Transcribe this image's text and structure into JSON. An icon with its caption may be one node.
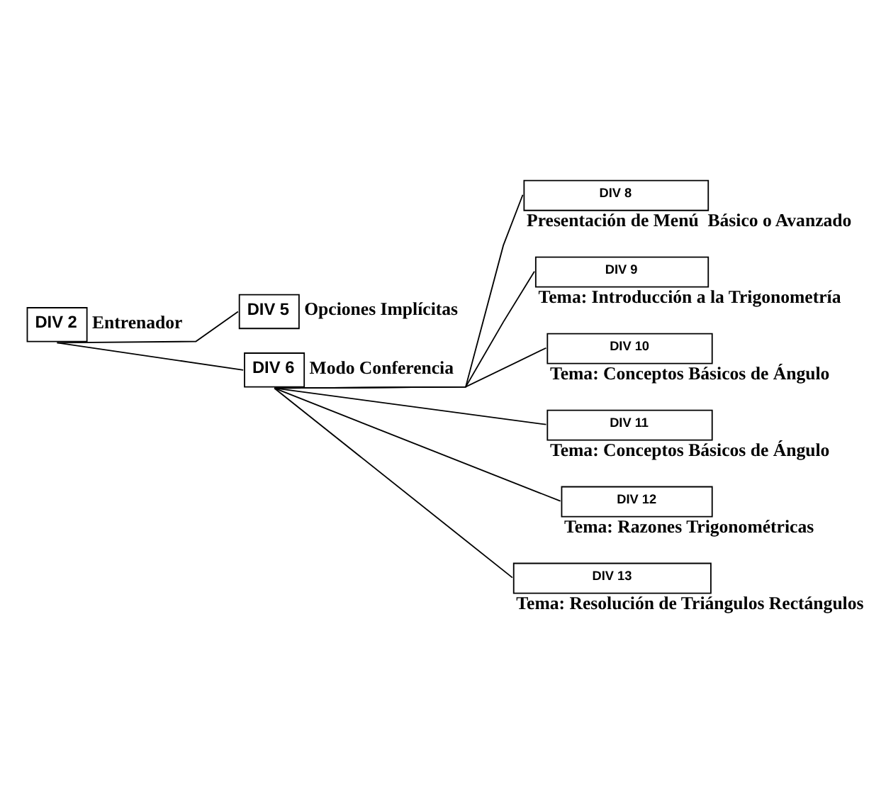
{
  "diagram": {
    "nodes": [
      {
        "text": [
          "DIV 2"
        ],
        "beside": [
          "Entrenador"
        ]
      },
      {
        "text": [
          "DIV 5"
        ],
        "beside": [
          "Opciones Implícitas"
        ]
      },
      {
        "text": [
          "DIV 6"
        ],
        "beside": [
          "Modo Conferencia"
        ]
      },
      {
        "text": [
          "DIV 8"
        ],
        "beside": [
          "Presentación de Menú  Básico o Avanzado"
        ]
      },
      {
        "text": [
          "DIV 9"
        ],
        "beside": [
          "Tema: Introducción a la Trigonometría"
        ]
      },
      {
        "text": [
          "DIV 10"
        ],
        "beside": [
          "Tema: Conceptos Básicos de Ángulo"
        ]
      },
      {
        "text": [
          "DIV 11"
        ],
        "beside": [
          "Tema: Conceptos Básicos de Ángulo"
        ]
      },
      {
        "text": [
          "DIV 12"
        ],
        "beside": [
          "Tema: Razones Trigonométricas"
        ]
      },
      {
        "text": [
          "DIV 13"
        ],
        "beside": [
          "Tema: Resolución de Triángulos Rectángulos"
        ]
      }
    ],
    "edges": [
      {
        "from": 0,
        "to": 1,
        "arrow": "none"
      },
      {
        "from": 0,
        "to": 2,
        "arrow": "none"
      },
      {
        "from": 2,
        "to": 3,
        "arrow": "none"
      },
      {
        "from": 2,
        "to": 4,
        "arrow": "none"
      },
      {
        "from": 2,
        "to": 5,
        "arrow": "none"
      },
      {
        "from": 2,
        "to": 6,
        "arrow": "none"
      },
      {
        "from": 2,
        "to": 7,
        "arrow": "none"
      },
      {
        "from": 2,
        "to": 8,
        "arrow": "none"
      }
    ]
  }
}
